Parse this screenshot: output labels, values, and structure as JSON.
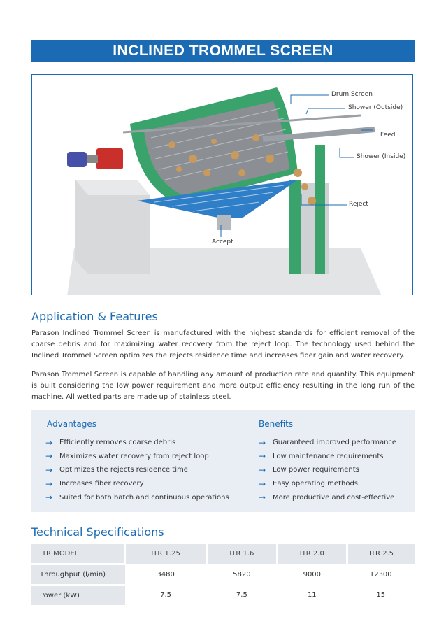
{
  "banner": {
    "title": "INCLINED TROMMEL SCREEN"
  },
  "figure": {
    "callouts": {
      "drum_screen": "Drum Screen",
      "shower_outside": "Shower (Outside)",
      "feed": "Feed",
      "shower_inside": "Shower (Inside)",
      "reject": "Reject",
      "accept": "Accept"
    }
  },
  "application": {
    "heading": "Application & Features",
    "para1": "Parason Inclined Trommel Screen is manufactured with the highest standards for efficient removal of the coarse debris and for maximizing water recovery from the reject loop. The technology used behind the Inclined Trommel Screen optimizes the rejects residence time and increases fiber gain and water recovery.",
    "para2": "Parason Trommel Screen is capable of handling any amount of production rate and quantity. This equipment is built considering the low power requirement and more output efficiency resulting in the long run of the machine. All wetted parts are made up of stainless steel."
  },
  "advantages": {
    "heading": "Advantages",
    "items": [
      "Efficiently removes coarse debris",
      "Maximizes water recovery from reject loop",
      "Optimizes the rejects residence time",
      "Increases fiber recovery",
      "Suited for both batch and continuous operations"
    ]
  },
  "benefits": {
    "heading": "Benefits",
    "items": [
      "Guaranteed improved performance",
      "Low maintenance requirements",
      "Low power requirements",
      "Easy operating methods",
      "More productive and cost-effective"
    ]
  },
  "specs": {
    "heading": "Technical Specifications",
    "columns": [
      "ITR MODEL",
      "ITR 1.25",
      "ITR 1.6",
      "ITR 2.0",
      "ITR 2.5"
    ],
    "rows": [
      {
        "label": "Throughput (l/min)",
        "values": [
          "3480",
          "5820",
          "9000",
          "12300"
        ]
      },
      {
        "label": "Power (kW)",
        "values": [
          "7.5",
          "7.5",
          "11",
          "15"
        ]
      }
    ]
  },
  "colors": {
    "brand_blue": "#1a6bb3",
    "panel_bg": "#e9eef4",
    "machine_green": "#3aa36b"
  }
}
